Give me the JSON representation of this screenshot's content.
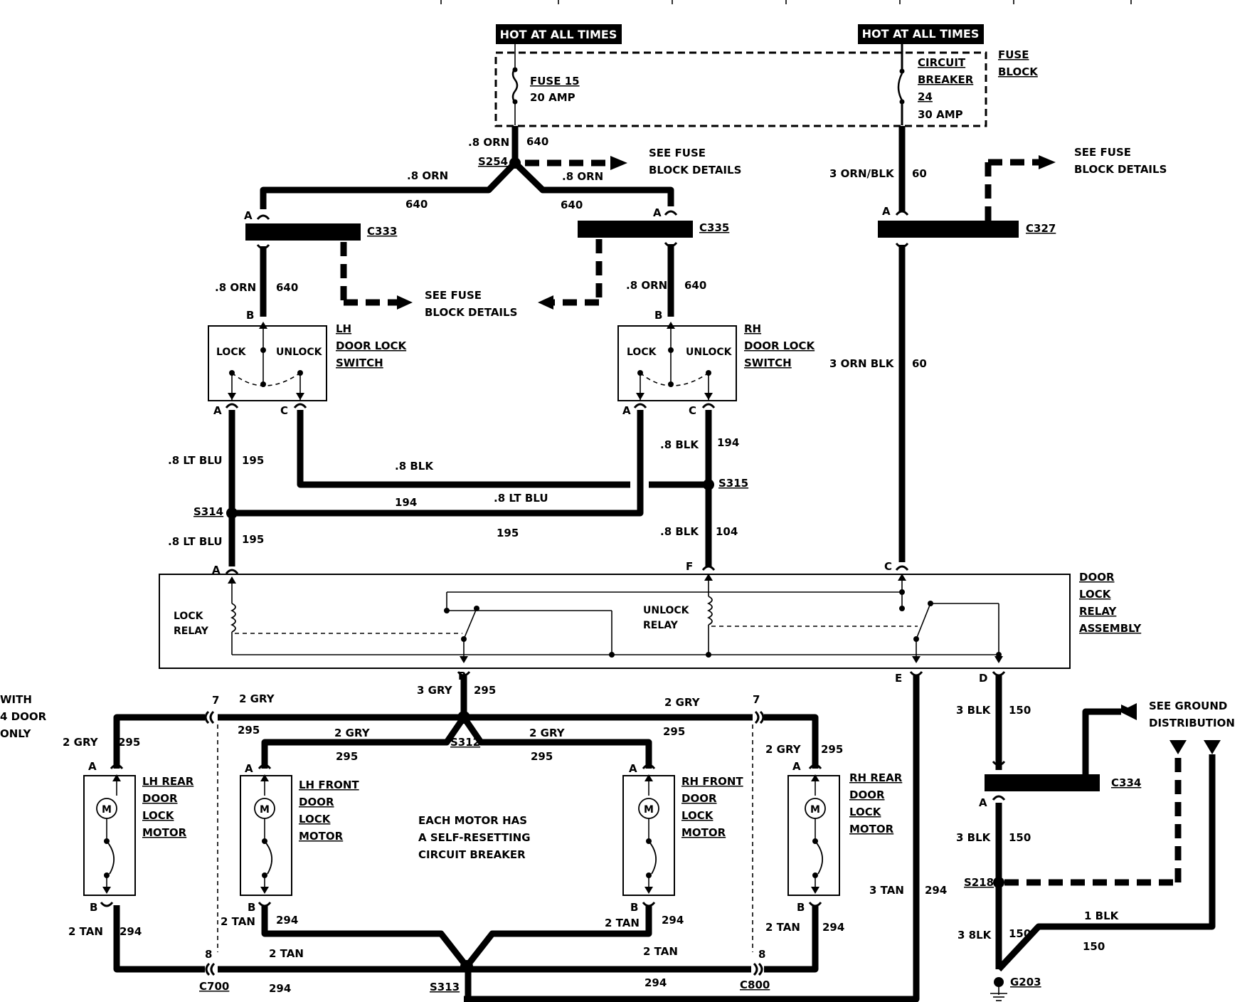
{
  "power": {
    "hot1": "HOT AT ALL TIMES",
    "hot2": "HOT AT ALL TIMES"
  },
  "fuse_block": {
    "label": [
      "FUSE",
      "BLOCK"
    ],
    "fuse15": [
      "FUSE 15",
      "20 AMP"
    ],
    "breaker": [
      "CIRCUIT",
      "BREAKER",
      "24",
      "30 AMP"
    ]
  },
  "see_fuse": [
    "SEE FUSE",
    "BLOCK DETAILS"
  ],
  "see_ground": [
    "SEE GROUND",
    "DISTRIBUTION"
  ],
  "connectors": {
    "c333": "C333",
    "c335": "C335",
    "c327": "C327",
    "c334": "C334",
    "c700": "C700",
    "c800": "C800"
  },
  "splices": {
    "s254": "S254",
    "s314": "S314",
    "s315": "S315",
    "s312": "S312",
    "s313": "S313",
    "s218": "S218"
  },
  "ground": "G203",
  "switches": {
    "lh": [
      "LH",
      "DOOR LOCK",
      "SWITCH"
    ],
    "rh": [
      "RH",
      "DOOR LOCK",
      "SWITCH"
    ],
    "lock": "LOCK",
    "unlock": "UNLOCK"
  },
  "relay": {
    "label": [
      "DOOR",
      "LOCK",
      "RELAY",
      "ASSEMBLY"
    ],
    "lock": [
      "LOCK",
      "RELAY"
    ],
    "unlock": [
      "UNLOCK",
      "RELAY"
    ]
  },
  "motors": {
    "lh_rear": [
      "LH REAR",
      "DOOR",
      "LOCK",
      "MOTOR"
    ],
    "lh_front": [
      "LH FRONT",
      "DOOR",
      "LOCK",
      "MOTOR"
    ],
    "rh_front": [
      "RH FRONT",
      "DOOR",
      "LOCK",
      "MOTOR"
    ],
    "rh_rear": [
      "RH REAR",
      "DOOR",
      "LOCK",
      "MOTOR"
    ],
    "symbol": "M"
  },
  "note": [
    "EACH MOTOR HAS",
    "A SELF-RESETTING",
    "CIRCUIT BREAKER"
  ],
  "with4door": [
    "WITH",
    "4 DOOR",
    "ONLY"
  ],
  "pins": {
    "a": "A",
    "b": "B",
    "c": "C",
    "d": "D",
    "e": "E",
    "f": "F",
    "p7": "7",
    "p8": "8"
  },
  "wires": {
    "orn08": ".8 ORN",
    "c640": "640",
    "ornblk3": "3 ORN/BLK",
    "ornblk3b": "3 ORN BLK",
    "c60": "60",
    "ltblu08": ".8 LT BLU",
    "c195": "195",
    "c194": "194",
    "blk08": ".8 BLK",
    "blk08b": ".8 BLK",
    "c104": "104",
    "gry3": "3 GRY",
    "gry2": "2 GRY",
    "gry2s": "2  GRY",
    "c295": "295",
    "tan2": "2 TAN",
    "tan2s": "2  TAN",
    "tan3": "3 TAN",
    "c294": "294",
    "blk3": "3 BLK",
    "blk3b": "3 8LK",
    "c150": "150",
    "blk1": "1  BLK"
  }
}
